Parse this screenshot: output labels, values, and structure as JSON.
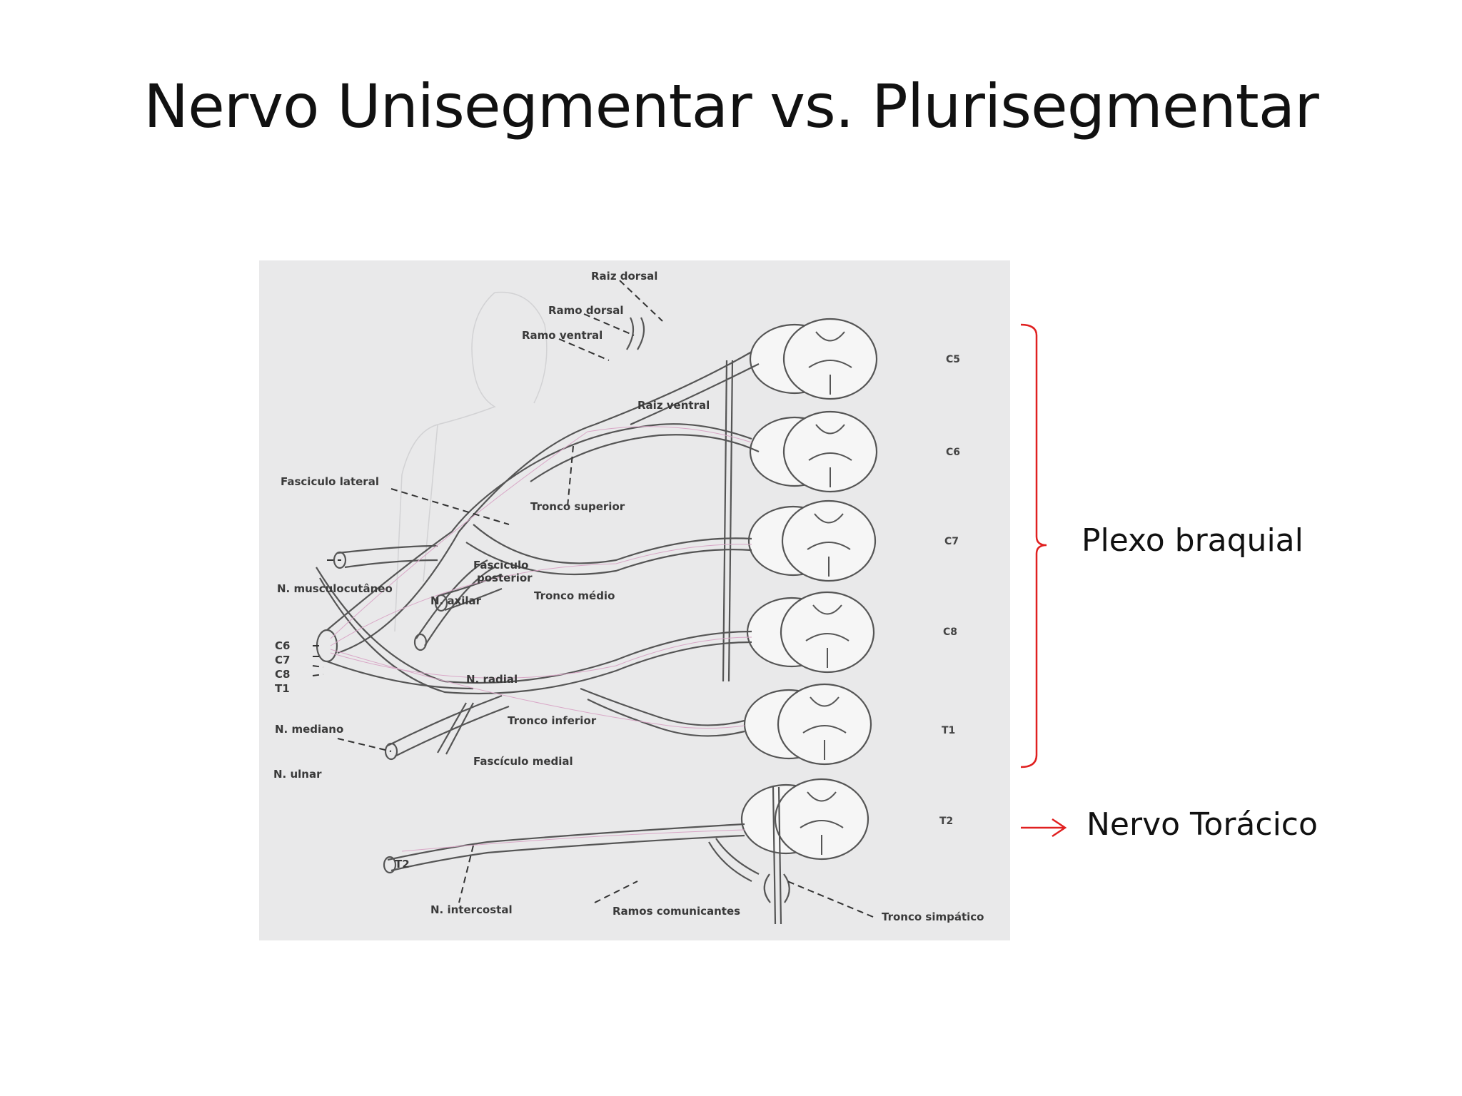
{
  "slide": {
    "title": "Nervo Unisegmentar vs. Plurisegmentar"
  },
  "figure": {
    "labels": {
      "raiz_dorsal": "Raiz  dorsal",
      "ramo_dorsal": "Ramo  dorsal",
      "ramo_ventral": "Ramo  ventral",
      "raiz_ventral": "Raiz  ventral",
      "fasciculo_lateral": "Fasciculo  lateral",
      "tronco_superior": "Tronco  superior",
      "fasciculo_posterior_1": "Fasciculo",
      "fasciculo_posterior_2": "posterior",
      "n_musculocutaneo": "N.  musculocutâneo",
      "n_axilar": "N.  axilar",
      "tronco_medio": "Tronco  médio",
      "n_radial": "N.  radial",
      "c6": "C6",
      "c7": "C7",
      "c8": "C8",
      "t1": "T1",
      "n_mediano": "N.  mediano",
      "tronco_inferior": "Tronco  inferior",
      "fasciculo_medial": "Fascículo  medial",
      "n_ulnar": "N.  ulnar",
      "t2": "T2",
      "n_intercostal": "N.  intercostal",
      "ramos_comunicantes": "Ramos  comunicantes",
      "tronco_simpatico": "Tronco  simpático"
    },
    "segments": [
      "C5",
      "C6",
      "C7",
      "C8",
      "T1",
      "T2"
    ]
  },
  "annotations": {
    "plexo_braquial": "Plexo braquial",
    "nervo_toracico": "Nervo Torácico",
    "bracket_color": "#e02020",
    "arrow_color": "#e02020"
  }
}
